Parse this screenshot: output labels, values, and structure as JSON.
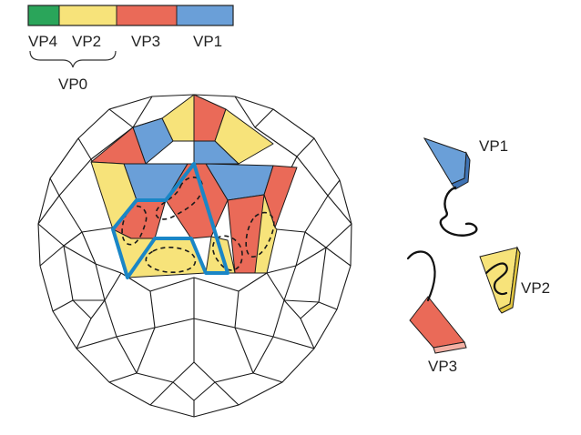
{
  "legend": {
    "segments": [
      {
        "label": "VP4",
        "color": "#2aa55a"
      },
      {
        "label": "VP2",
        "color": "#f7e37a"
      },
      {
        "label": "VP3",
        "color": "#ea6a58"
      },
      {
        "label": "VP1",
        "color": "#6a9fd8"
      }
    ],
    "group_label": "VP0"
  },
  "proteins": {
    "vp1": {
      "label": "VP1",
      "color": "#6a9fd8"
    },
    "vp2": {
      "label": "VP2",
      "color": "#f7e37a"
    },
    "vp3": {
      "label": "VP3",
      "color": "#ea6a58"
    }
  },
  "colors": {
    "outline": "#1a1a1a",
    "highlight": "#1a86c6",
    "vp3_edge": "#f3b0a4",
    "vp1_edge": "#3f73b4"
  }
}
